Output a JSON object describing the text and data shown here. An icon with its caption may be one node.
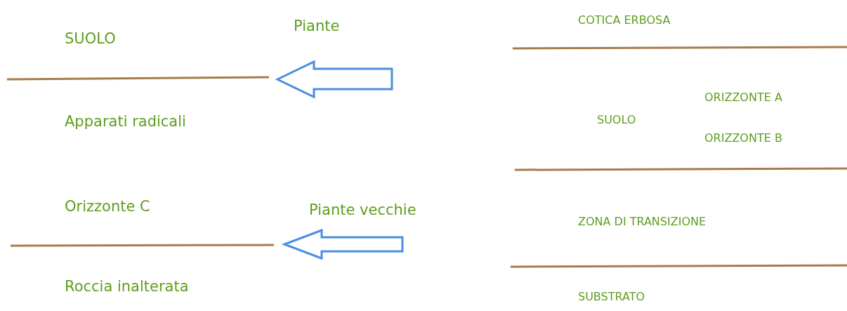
{
  "diagram": {
    "labels": [
      "COTICA ERBOSA",
      "Piante",
      "SUOLO",
      "ORIZZONTE A",
      "SUOLO",
      "Apparati radicali",
      "ORIZZONTE B",
      "Orizzonte C",
      "Piante vecchie",
      "ZONA DI TRANSIZIONE",
      "Roccia inalterata",
      "SUBSTRATO"
    ]
  }
}
